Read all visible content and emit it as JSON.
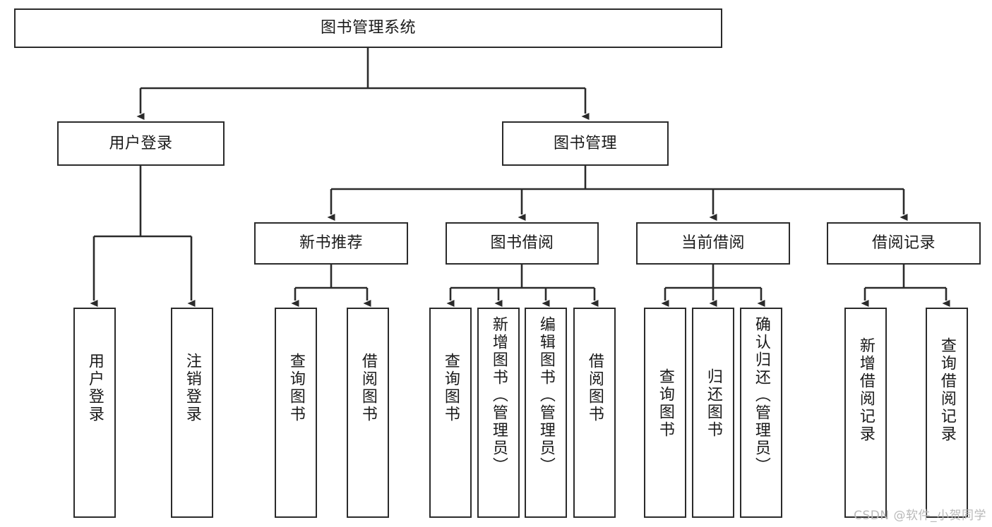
{
  "diagram": {
    "title": "图书管理系统",
    "type": "tree-hierarchy",
    "watermark": "CSDN @软件_小贺同学",
    "colors": {
      "background": "#ffffff",
      "box_border": "#2b2b2b",
      "box_fill": "#ffffff",
      "connector": "#2b2b2b",
      "text": "#1a1a1a",
      "watermark": "#b9b9b9"
    },
    "root": {
      "label": "图书管理系统"
    },
    "level1": [
      {
        "label": "用户登录"
      },
      {
        "label": "图书管理"
      }
    ],
    "level2": [
      {
        "label": "新书推荐"
      },
      {
        "label": "图书借阅"
      },
      {
        "label": "当前借阅"
      },
      {
        "label": "借阅记录"
      }
    ],
    "leaves": {
      "user_login": [
        {
          "label": "用户登录"
        },
        {
          "label": "注销登录"
        }
      ],
      "new_book_recommend": [
        {
          "label": "查询图书"
        },
        {
          "label": "借阅图书"
        }
      ],
      "book_borrow": [
        {
          "label": "查询图书"
        },
        {
          "label": "新增图书（管理员）"
        },
        {
          "label": "编辑图书（管理员）"
        },
        {
          "label": "借阅图书"
        }
      ],
      "current_borrow": [
        {
          "label": "查询图书"
        },
        {
          "label": "归还图书"
        },
        {
          "label": "确认归还（管理员）"
        }
      ],
      "borrow_record": [
        {
          "label": "新增借阅记录"
        },
        {
          "label": "查询借阅记录"
        }
      ]
    }
  }
}
